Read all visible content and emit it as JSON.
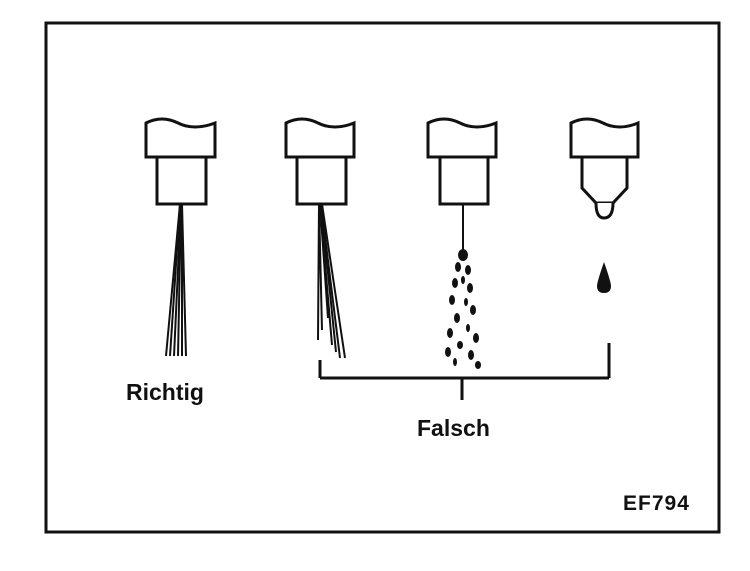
{
  "labels": {
    "correct": "Richtig",
    "wrong": "Falsch",
    "figure_code": "EF794"
  },
  "nozzles": [
    {
      "name": "nozzle-correct-spray",
      "pattern": "narrow-spray"
    },
    {
      "name": "nozzle-wide-spray",
      "pattern": "spread-spray"
    },
    {
      "name": "nozzle-dribble-spray",
      "pattern": "droplet-spray"
    },
    {
      "name": "nozzle-dripping",
      "pattern": "drip"
    }
  ],
  "colors": {
    "ink": "#111111",
    "background": "#ffffff"
  }
}
